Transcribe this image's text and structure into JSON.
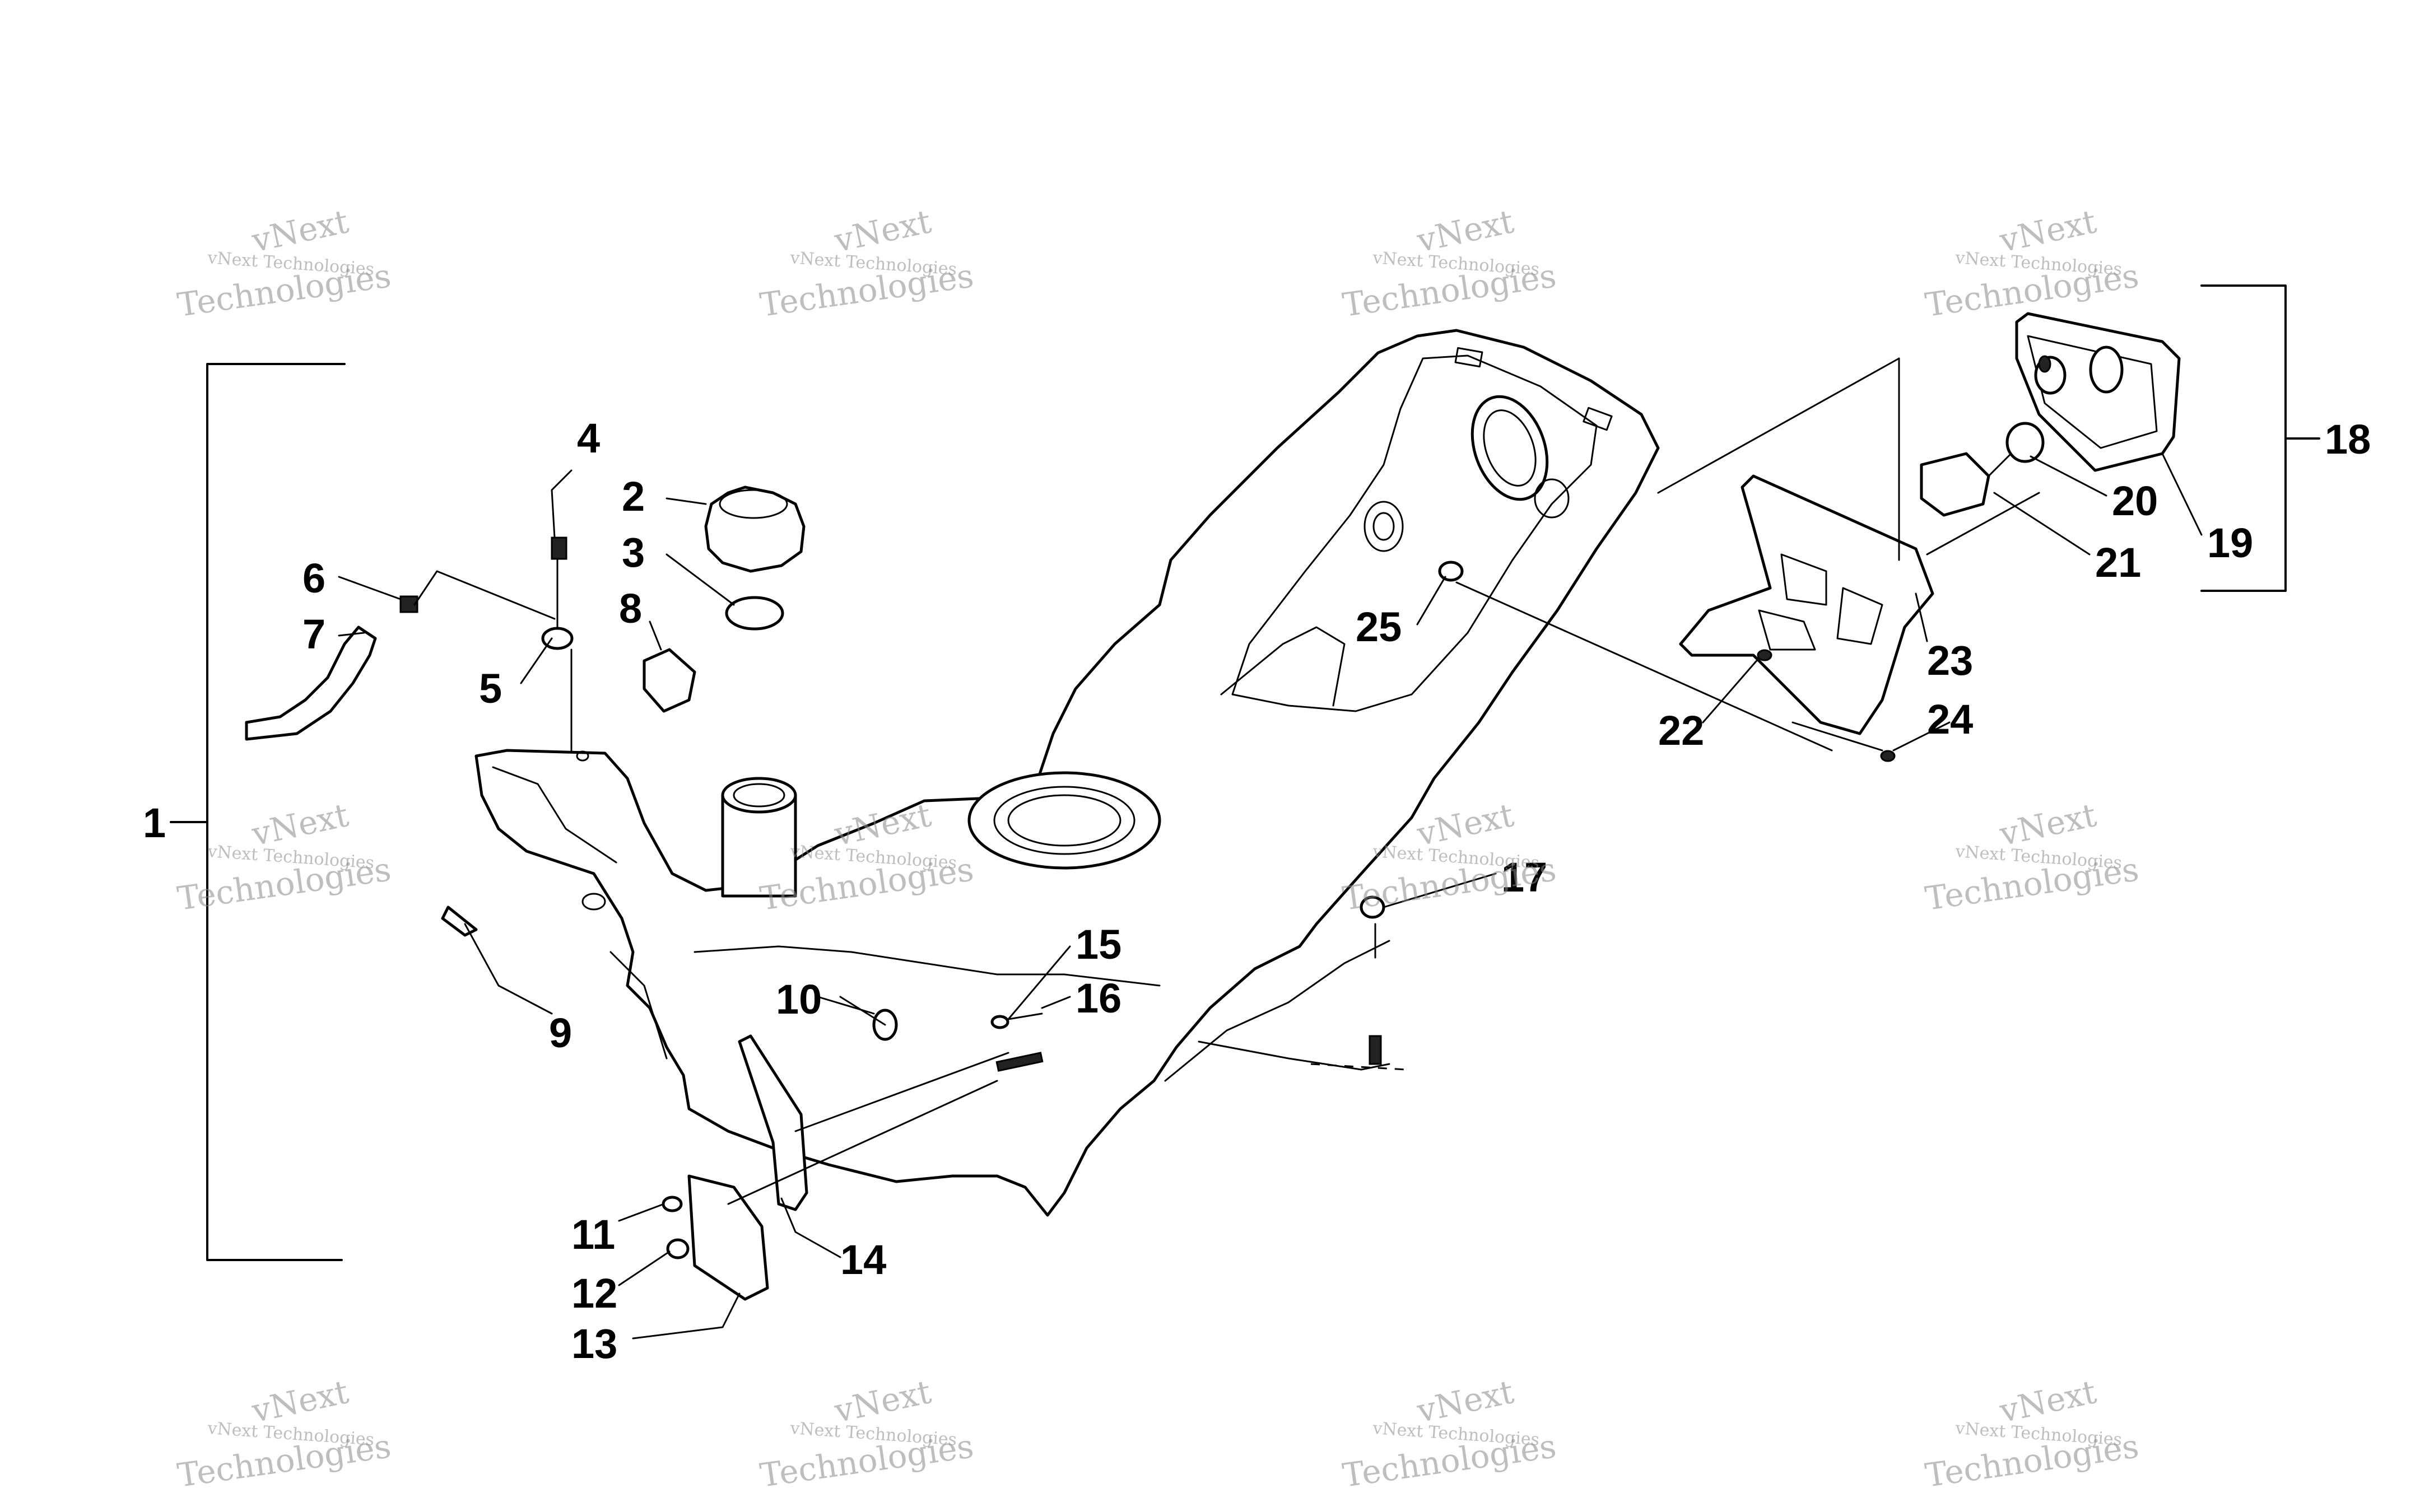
{
  "diagram": {
    "callouts": [
      "1",
      "2",
      "3",
      "4",
      "5",
      "6",
      "7",
      "8",
      "9",
      "10",
      "11",
      "12",
      "13",
      "14",
      "15",
      "16",
      "17",
      "18",
      "19",
      "20",
      "21",
      "22",
      "23",
      "24",
      "25"
    ]
  },
  "watermark": {
    "line1": "vNext Technologies",
    "line2": "vNext",
    "line3": "Technologies"
  }
}
